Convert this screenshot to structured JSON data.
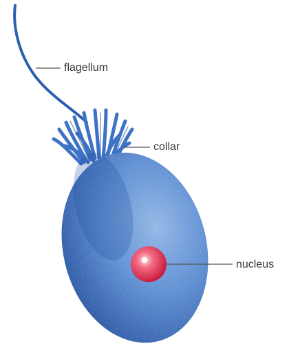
{
  "labels": {
    "flagellum": "flagellum",
    "collar": "collar",
    "nucleus": "nucleus"
  },
  "colors": {
    "cell_body": "#3a6fc0",
    "cell_body_light": "#7ea6dc",
    "cell_body_dark": "#1d4a96",
    "collar": "#3d72c4",
    "flagellum": "#2d5fb0",
    "nucleus": "#e8324f",
    "nucleus_light": "#ff9eae",
    "leader_line": "#555555",
    "label_text": "#3a3a3a"
  }
}
